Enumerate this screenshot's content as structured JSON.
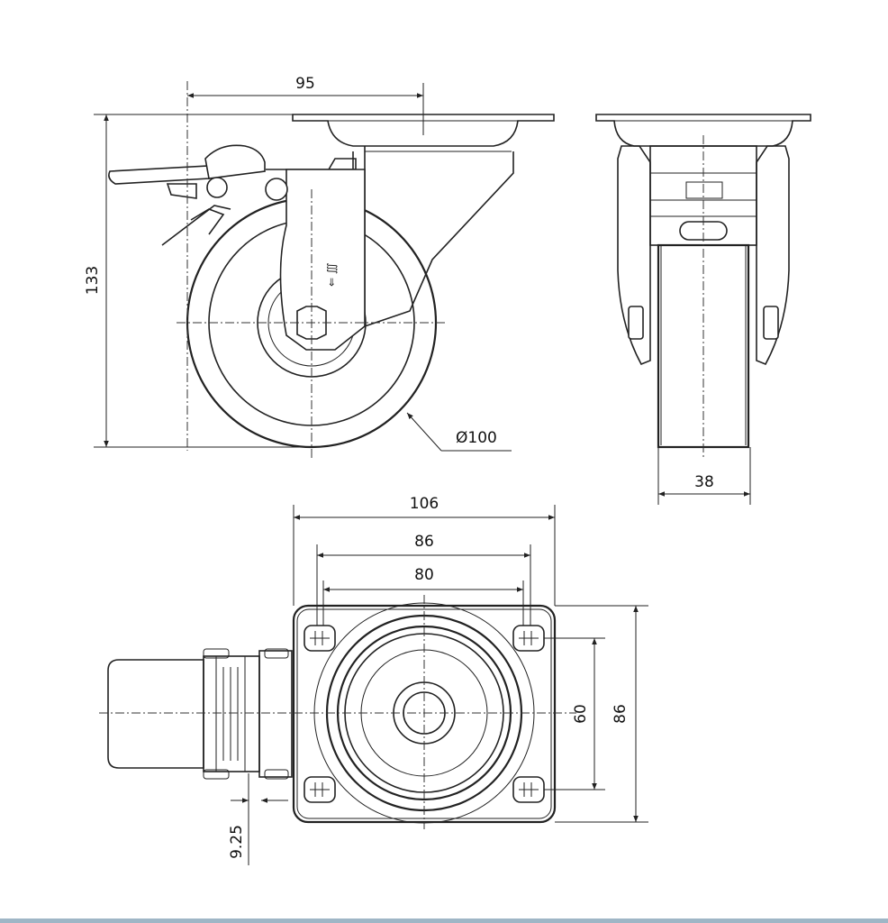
{
  "dimensions": {
    "overall_height": "133",
    "fork_offset": "95",
    "wheel_diameter": "Ø100",
    "wheel_width": "38",
    "plate_width": "106",
    "hole_spacing_outer": "86",
    "hole_spacing_inner": "80",
    "hole_spacing_vertical_inner": "60",
    "hole_spacing_vertical_outer": "86",
    "offset_small": "9.25"
  },
  "colors": {
    "line": "#222222",
    "background": "#ffffff",
    "bottom_bar": "#9fb6c6"
  }
}
